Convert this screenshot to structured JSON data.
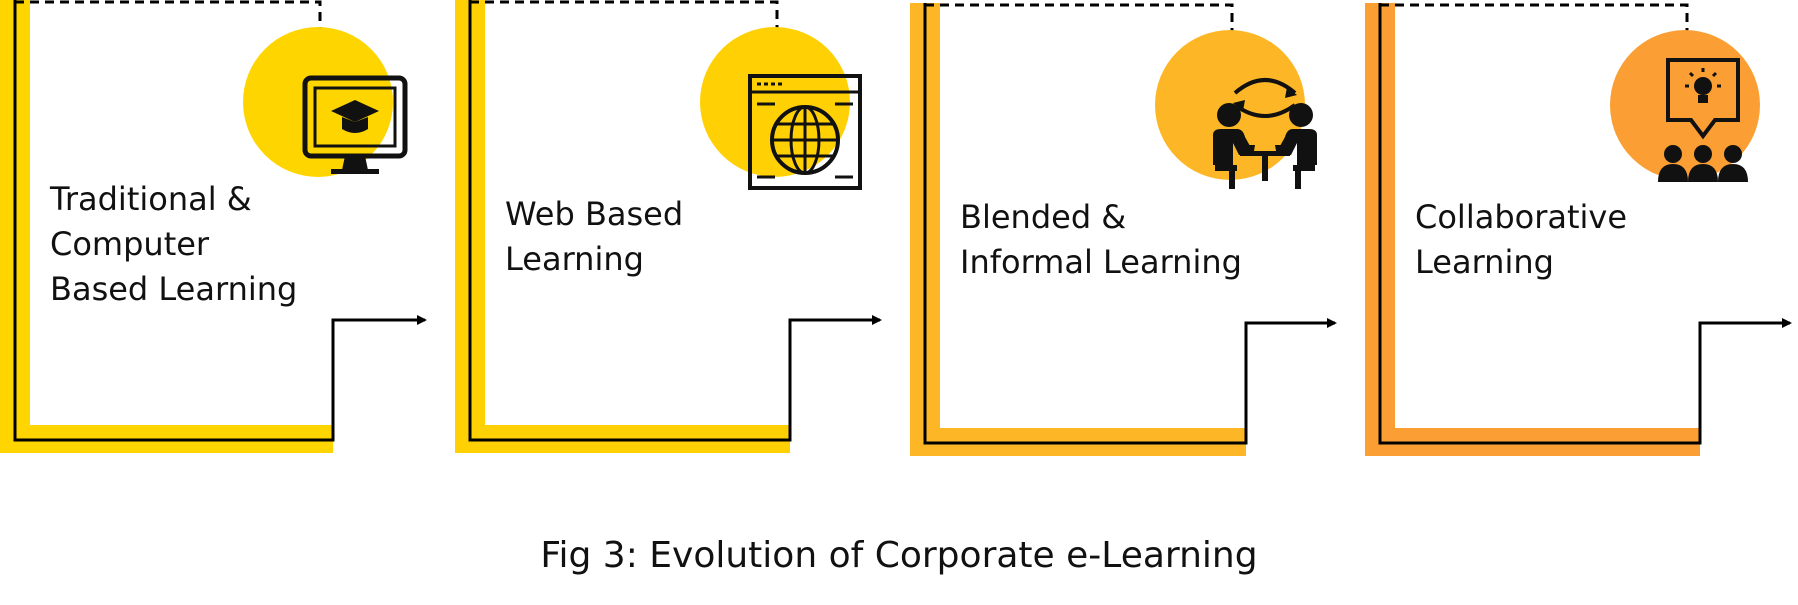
{
  "diagram": {
    "steps": [
      {
        "label_lines": [
          "Traditional &",
          "Computer",
          "Based Learning"
        ],
        "icon": "computer-graduation-cap-icon",
        "color": "#FFD500"
      },
      {
        "label_lines": [
          "Web Based",
          "Learning"
        ],
        "icon": "web-browser-globe-icon",
        "color": "#FFD105"
      },
      {
        "label_lines": [
          "Blended &",
          "Informal Learning"
        ],
        "icon": "two-people-conversation-icon",
        "color": "#FDB726"
      },
      {
        "label_lines": [
          "Collaborative",
          "Learning"
        ],
        "icon": "audience-idea-presentation-icon",
        "color": "#FB9F35"
      }
    ]
  },
  "caption": "Fig 3: Evolution of Corporate e-Learning"
}
